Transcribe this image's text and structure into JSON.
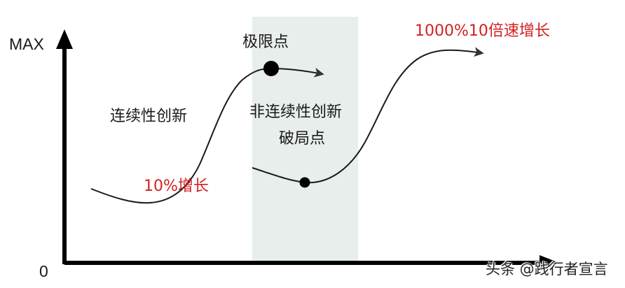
{
  "diagram": {
    "axes": {
      "y_max_label": "MAX",
      "origin_label": "0"
    },
    "labels": {
      "limit_point": "极限点",
      "continuous_innovation": "连续性创新",
      "growth_10": "10%增长",
      "discontinuous_innovation": "非连续性创新",
      "breakthrough_point": "破局点",
      "growth_1000": "1000%10倍速增长"
    },
    "watermark": "头条 @践行者宣言",
    "colors": {
      "band": "#e8eeec",
      "curve": "#1a1a1a",
      "highlight_text": "#d42020",
      "arrow_head": "#333333"
    }
  }
}
